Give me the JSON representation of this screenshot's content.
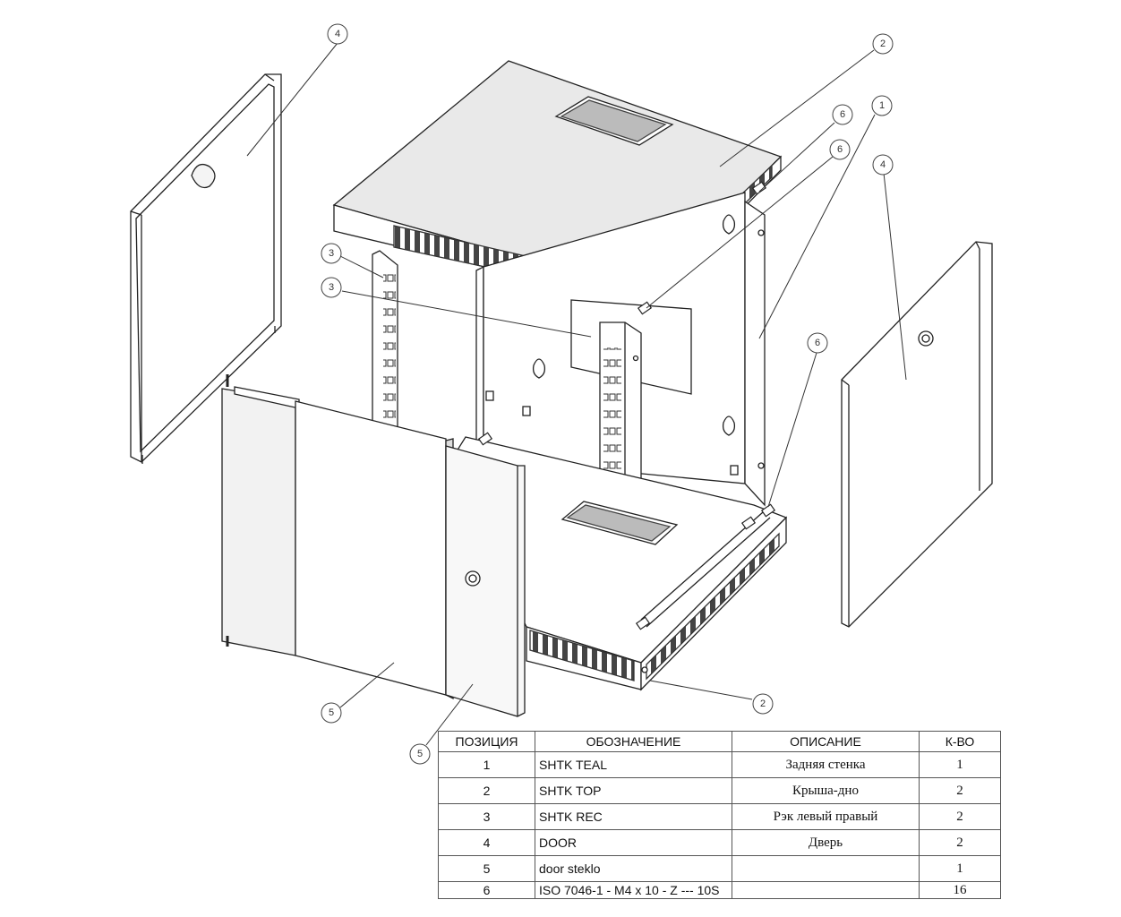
{
  "balloons": [
    {
      "id": "b4-left",
      "label": "4"
    },
    {
      "id": "b2-top",
      "label": "2"
    },
    {
      "id": "b6-a",
      "label": "6"
    },
    {
      "id": "b1",
      "label": "1"
    },
    {
      "id": "b6-b",
      "label": "6"
    },
    {
      "id": "b4-right",
      "label": "4"
    },
    {
      "id": "b3-a",
      "label": "3"
    },
    {
      "id": "b3-b",
      "label": "3"
    },
    {
      "id": "b6-c",
      "label": "6"
    },
    {
      "id": "b5-a",
      "label": "5"
    },
    {
      "id": "b5-b",
      "label": "5"
    },
    {
      "id": "b2-bottom",
      "label": "2"
    }
  ],
  "bom": {
    "headers": {
      "position": "ПОЗИЦИЯ",
      "designation": "ОБОЗНАЧЕНИЕ",
      "description": "ОПИСАНИЕ",
      "quantity": "К-ВО"
    },
    "rows": [
      {
        "position": "1",
        "designation": "SHTK TEAL",
        "description": "Задняя стенка",
        "quantity": "1"
      },
      {
        "position": "2",
        "designation": "SHTK TOP",
        "description": "Крыша-дно",
        "quantity": "2"
      },
      {
        "position": "3",
        "designation": "SHTK REC",
        "description": "Рэк левый правый",
        "quantity": "2"
      },
      {
        "position": "4",
        "designation": "DOOR",
        "description": "Дверь",
        "quantity": "2"
      },
      {
        "position": "5",
        "designation": "door steklo",
        "description": "",
        "quantity": "1"
      },
      {
        "position": "6",
        "designation": "ISO 7046-1 - M4 x 10 - Z --- 10S",
        "description": "",
        "quantity": "16"
      }
    ]
  }
}
